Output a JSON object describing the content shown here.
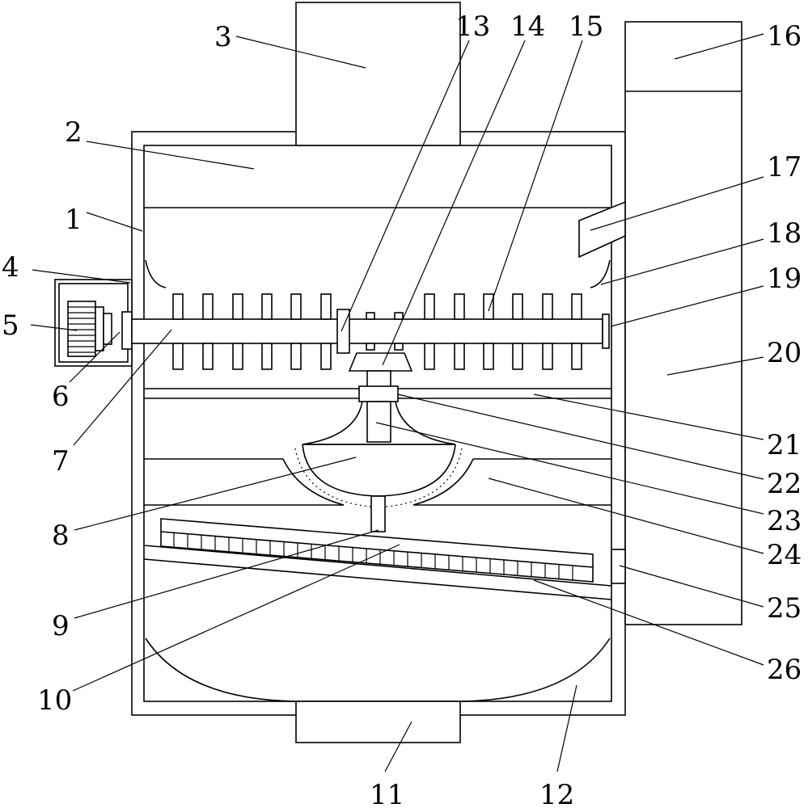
{
  "labels": {
    "n1": "1",
    "n2": "2",
    "n3": "3",
    "n4": "4",
    "n5": "5",
    "n6": "6",
    "n7": "7",
    "n8": "8",
    "n9": "9",
    "n10": "10",
    "n11": "11",
    "n12": "12",
    "n13": "13",
    "n14": "14",
    "n15": "15",
    "n16": "16",
    "n17": "17",
    "n18": "18",
    "n19": "19",
    "n20": "20",
    "n21": "21",
    "n22": "22",
    "n23": "23",
    "n24": "24",
    "n25": "25",
    "n26": "26"
  }
}
